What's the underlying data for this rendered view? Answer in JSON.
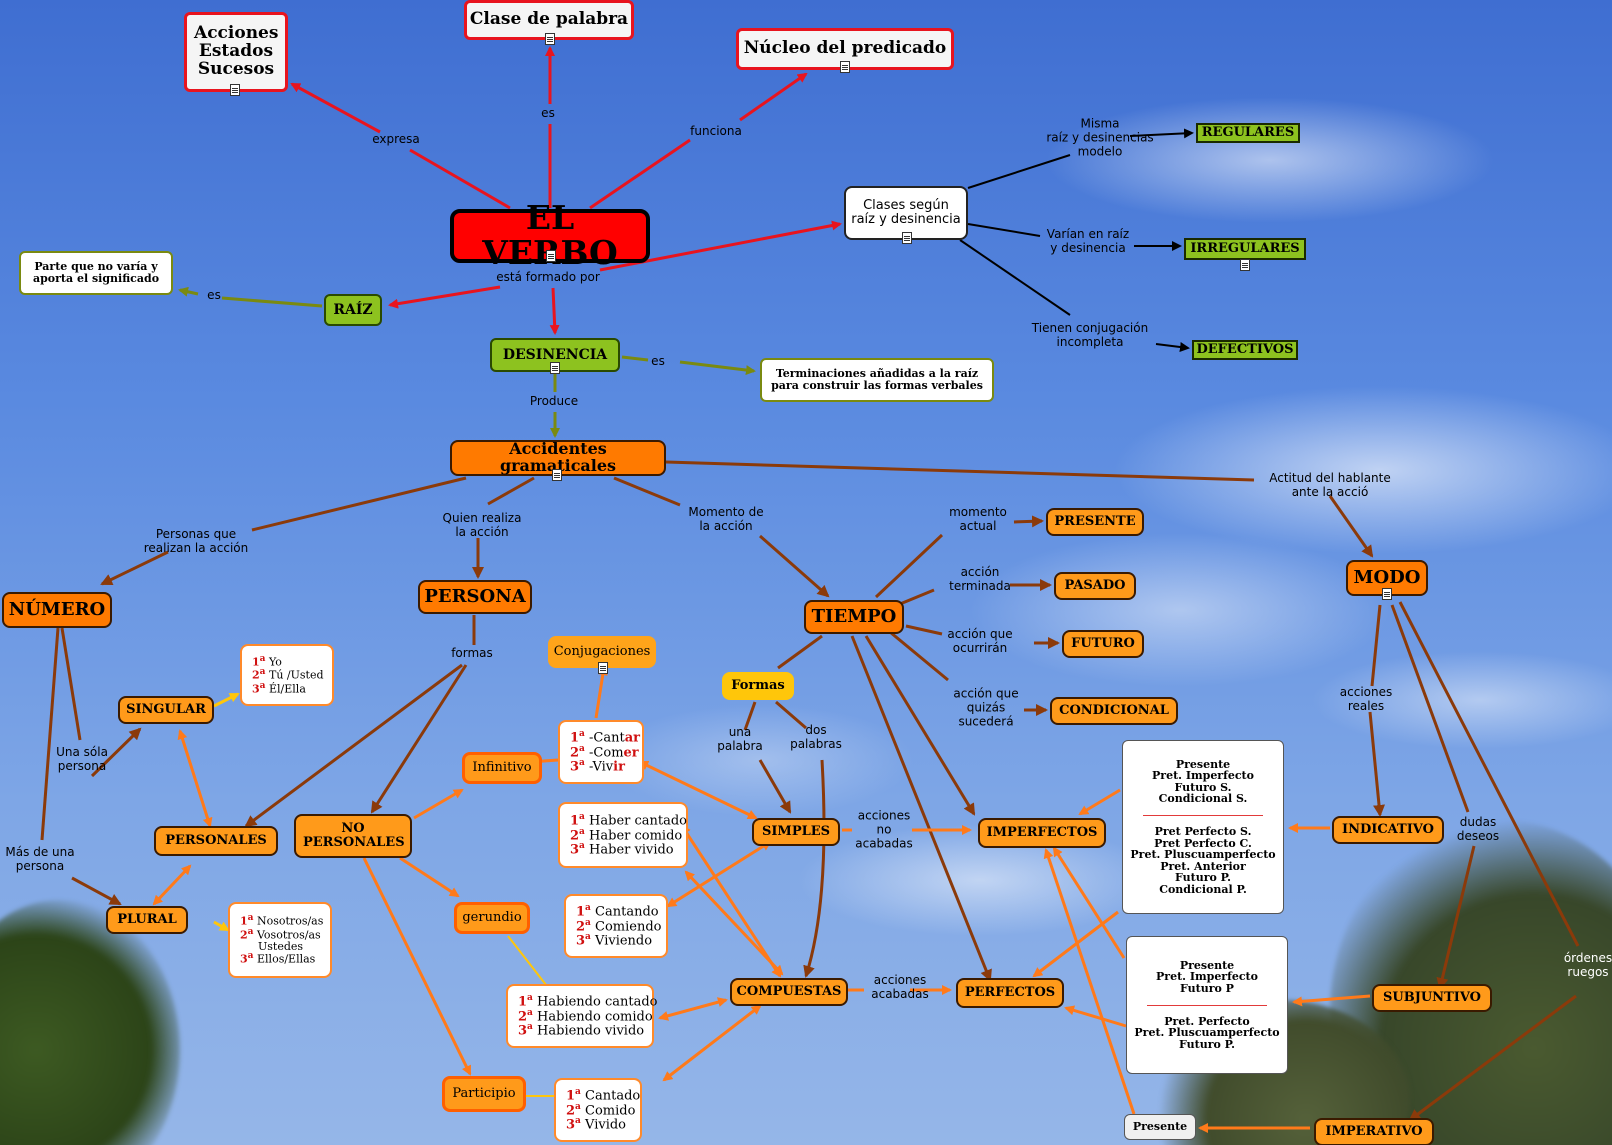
{
  "colors": {
    "red_link": "#e8141e",
    "olive_link": "#7a8a10",
    "brown_link": "#8b3a0a",
    "orange_link": "#ff7a1a",
    "black_link": "#000000",
    "title_fill": "#ff0000",
    "green_fill": "#8dc21f",
    "orange_fill": "#ff7a00"
  },
  "nodes": {
    "acciones": "Acciones Estados Sucesos",
    "clase": "Clase de palabra",
    "nucleo": "Núcleo del predicado",
    "title": "EL VERBO",
    "clases_raiz": "Clases según raíz y desinencia",
    "regulares": "REGULARES",
    "irregulares": "IRREGULARES",
    "defectivos": "DEFECTIVOS",
    "parte": "Parte que no varía y aporta el significado",
    "raiz": "RAÍZ",
    "desinencia": "DESINENCIA",
    "terminaciones": "Terminaciones añadidas a la raíz para construir las formas verbales",
    "accidentes": "Accidentes gramaticales",
    "numero": "NÚMERO",
    "persona": "PERSONA",
    "tiempo": "TIEMPO",
    "modo": "MODO",
    "presente": "PRESENTE",
    "pasado": "PASADO",
    "futuro": "FUTURO",
    "condicional": "CONDICIONAL",
    "singular": "SINGULAR",
    "personales": "PERSONALES",
    "plural": "PLURAL",
    "no_personales": "NO PERSONALES",
    "conjugaciones": "Conjugaciones",
    "infinitivo": "Infinitivo",
    "gerundio": "gerundio",
    "participio": "Participio",
    "formas": "Formas",
    "simples": "SIMPLES",
    "compuestas": "COMPUESTAS",
    "imperfectos": "IMPERFECTOS",
    "perfectos": "PERFECTOS",
    "indicativo": "INDICATIVO",
    "subjuntivo": "SUBJUNTIVO",
    "imperativo": "IMPERATIVO",
    "presente_imp": "Presente"
  },
  "lists": {
    "singular_list": [
      {
        "n": "1",
        "s": "a",
        "t": "Yo"
      },
      {
        "n": "2",
        "s": "a",
        "t": "Tú /Usted"
      },
      {
        "n": "3",
        "s": "a",
        "t": "Él/Ella"
      }
    ],
    "plural_list": [
      {
        "n": "1",
        "s": "a",
        "t": "Nosotros/as"
      },
      {
        "n": "2",
        "s": "a",
        "t": "Vosotros/as"
      },
      {
        "n": "",
        "s": "",
        "t": "Ustedes"
      },
      {
        "n": "3",
        "s": "a",
        "t": "Ellos/Ellas"
      }
    ],
    "infinitivo_list": [
      {
        "n": "1",
        "s": "a",
        "t": "-Cant",
        "e": "ar"
      },
      {
        "n": "2",
        "s": "a",
        "t": "-Com",
        "e": "er"
      },
      {
        "n": "3",
        "s": "a",
        "t": "-Viv",
        "e": "ir"
      }
    ],
    "haber_list": [
      {
        "n": "1",
        "s": "a",
        "t": "Haber cantado"
      },
      {
        "n": "2",
        "s": "a",
        "t": "Haber comido"
      },
      {
        "n": "3",
        "s": "a",
        "t": "Haber vivido"
      }
    ],
    "gerundio_list": [
      {
        "n": "1",
        "s": "a",
        "t": "Cantando"
      },
      {
        "n": "2",
        "s": "a",
        "t": "Comiendo"
      },
      {
        "n": "3",
        "s": "a",
        "t": "Viviendo"
      }
    ],
    "habiendo_list": [
      {
        "n": "1",
        "s": "a",
        "t": "Habiendo cantado"
      },
      {
        "n": "2",
        "s": "a",
        "t": "Habiendo comido"
      },
      {
        "n": "3",
        "s": "a",
        "t": "Habiendo vivido"
      }
    ],
    "participio_list": [
      {
        "n": "1",
        "s": "a",
        "t": "Cantado"
      },
      {
        "n": "2",
        "s": "a",
        "t": "Comido"
      },
      {
        "n": "3",
        "s": "a",
        "t": "Vivido"
      }
    ],
    "indicativo_imperf": [
      "Presente",
      "Pret. Imperfecto",
      "Futuro S.",
      "Condicional S."
    ],
    "indicativo_perf": [
      "Pret Perfecto S.",
      "Pret Perfecto C.",
      "Pret. Pluscuamperfecto",
      "Pret. Anterior",
      "Futuro P.",
      "Condicional P."
    ],
    "subjuntivo_imperf": [
      "Presente",
      "Pret. Imperfecto",
      "Futuro P"
    ],
    "subjuntivo_perf": [
      "Pret. Perfecto",
      "Pret. Pluscuamperfecto",
      "Futuro P."
    ]
  },
  "link_labels": {
    "expresa": "expresa",
    "es_clase": "es",
    "funciona": "funciona",
    "formado": "está formado por",
    "es_parte": "es",
    "es_term": "es",
    "produce": "Produce",
    "misma": "Misma\nraíz y desinencias\nmodelo",
    "varian": "Varían en raíz\ny desinencia",
    "tienen": "Tienen conjugación\nincompleta",
    "personas": "Personas que\nrealizan la acción",
    "quien": "Quien realiza\nla acción",
    "momento": "Momento de\nla acción",
    "actitud": "Actitud del hablante\nante la acció",
    "momento_actual": "momento\nactual",
    "accion_term": "acción\nterminada",
    "accion_ocurr": "acción que\nocurrirán",
    "accion_quiza": "acción que\nquizás\nsucederá",
    "una_sola": "Una sóla\npersona",
    "mas_de_una": "Más de una\npersona",
    "formas_lbl": "formas",
    "una_palabra": "una\npalabra",
    "dos_palabras": "dos\npalabras",
    "no_acabadas": "acciones\nno\nacabadas",
    "acabadas": "acciones\nacabadas",
    "reales": "acciones\nreales",
    "dudas": "dudas\ndeseos",
    "ordenes": "órdenes\nruegos"
  }
}
